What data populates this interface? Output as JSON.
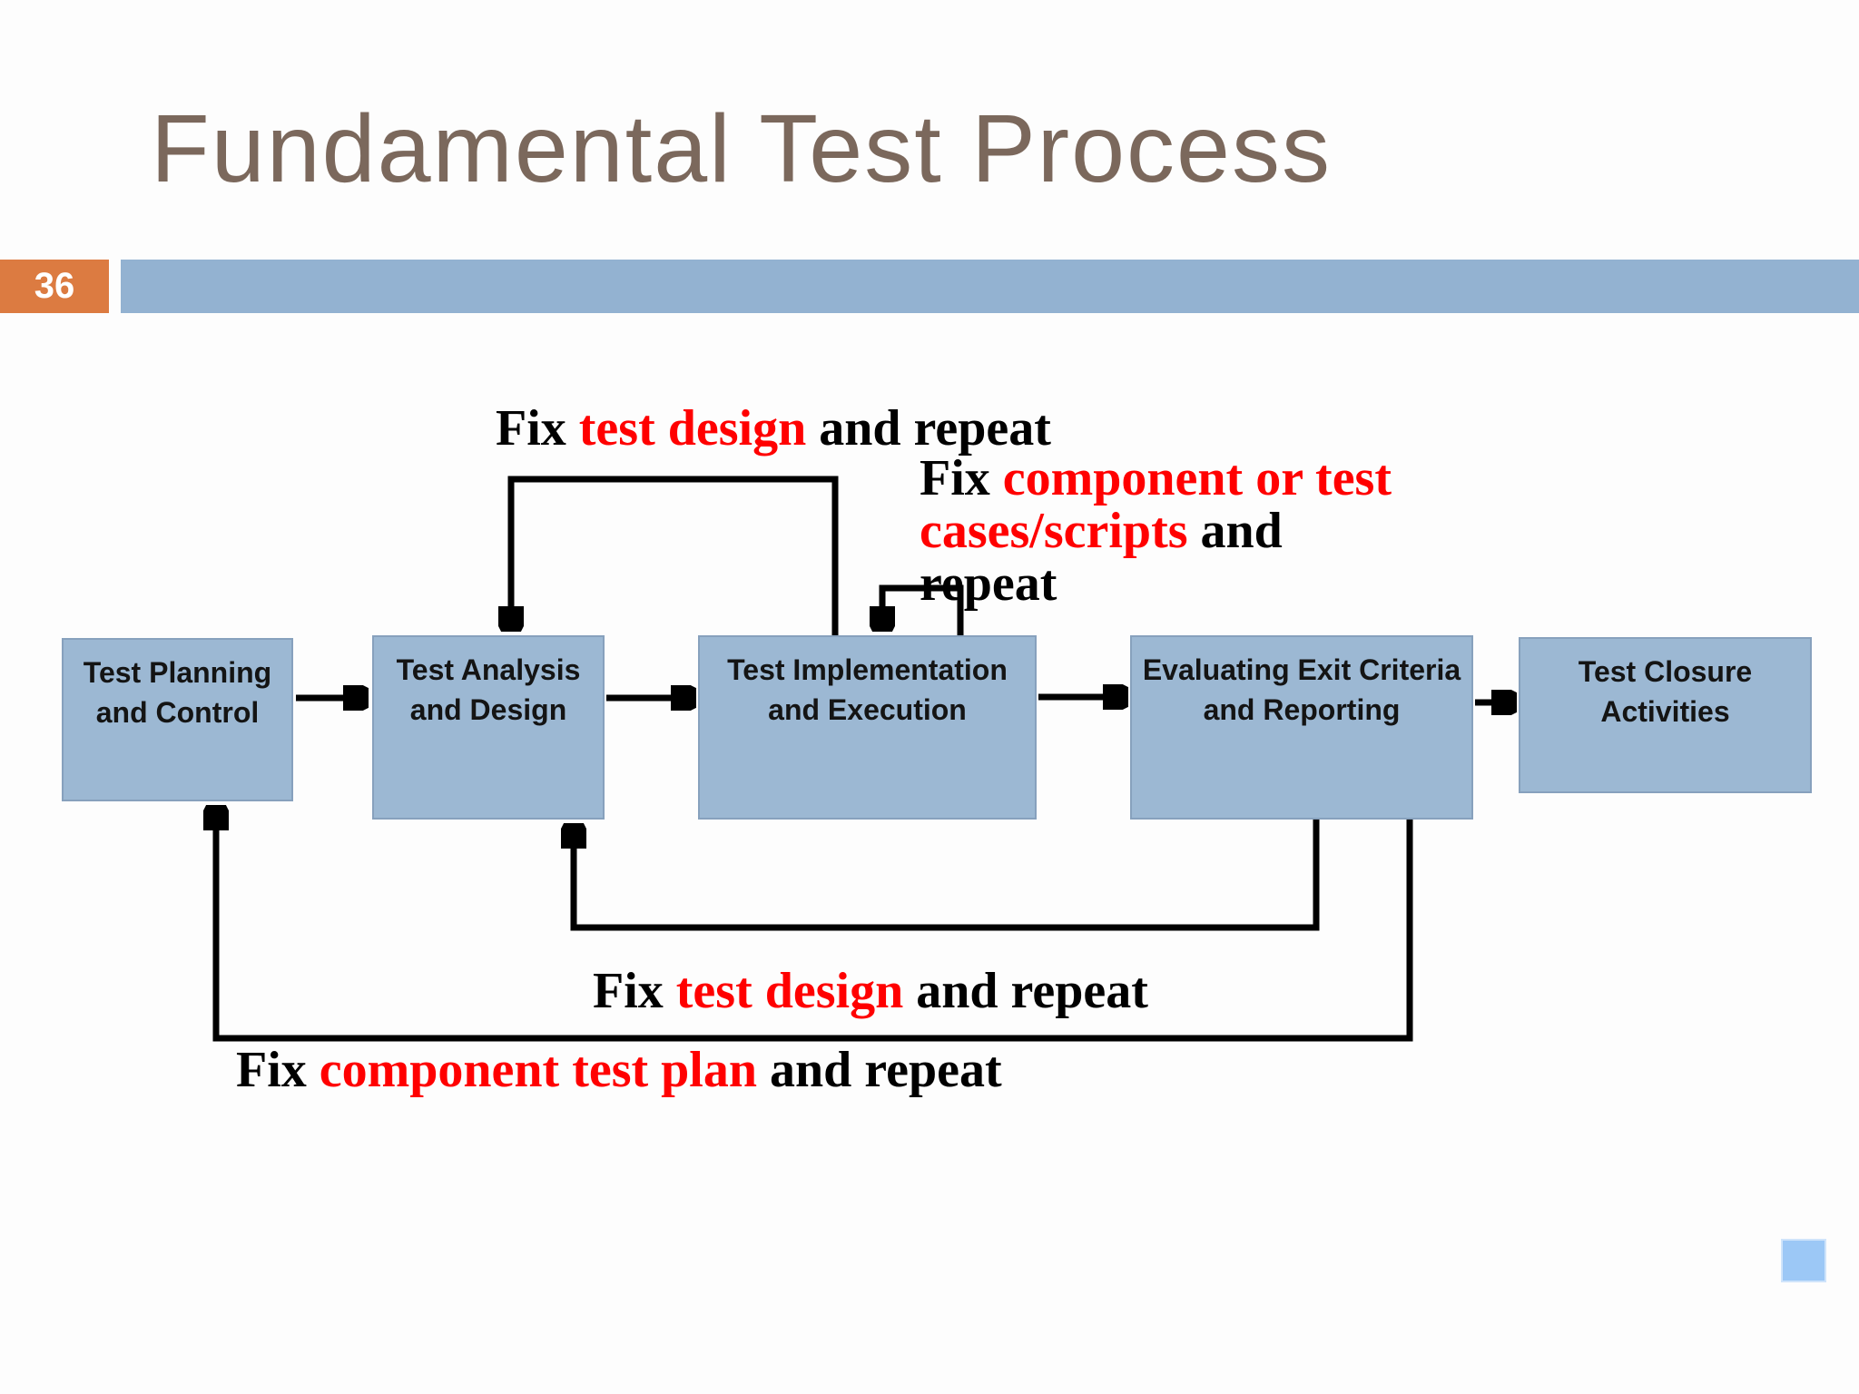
{
  "slide": {
    "title": "Fundamental Test Process",
    "page_number": "36",
    "colors": {
      "title_text": "#7b685c",
      "page_badge_orange": "#dc7b41",
      "header_bar_blue": "#93b2d1",
      "process_box_blue": "#9cb8d3",
      "label_red": "#ff0000",
      "label_black": "#000000",
      "corner_square_blue": "#9cc8f6"
    }
  },
  "process_boxes": [
    {
      "id": "test-planning",
      "lines": [
        "Test Planning",
        "and Control"
      ]
    },
    {
      "id": "test-analysis",
      "lines": [
        "Test Analysis",
        "and Design"
      ]
    },
    {
      "id": "test-implementation",
      "lines": [
        "Test Implementation",
        "and Execution"
      ]
    },
    {
      "id": "evaluating-exit",
      "lines": [
        "Evaluating Exit Criteria",
        "and Reporting"
      ]
    },
    {
      "id": "test-closure",
      "lines": [
        "Test Closure",
        "Activities"
      ]
    }
  ],
  "loop_labels": {
    "fix_test_design_top": {
      "parts": [
        {
          "text": "Fix ",
          "color": "black"
        },
        {
          "text": "test design",
          "color": "red"
        },
        {
          "text": " and repeat",
          "color": "black"
        }
      ]
    },
    "fix_component_or_test_cases": {
      "parts": [
        {
          "text": "Fix ",
          "color": "black"
        },
        {
          "text": "component or test cases/scripts",
          "color": "red"
        },
        {
          "text": " and repeat",
          "color": "black"
        }
      ]
    },
    "fix_test_design_bottom": {
      "parts": [
        {
          "text": "Fix ",
          "color": "black"
        },
        {
          "text": "test design",
          "color": "red"
        },
        {
          "text": " and repeat",
          "color": "black"
        }
      ]
    },
    "fix_component_test_plan": {
      "parts": [
        {
          "text": "Fix ",
          "color": "black"
        },
        {
          "text": "component test plan",
          "color": "red"
        },
        {
          "text": " and repeat",
          "color": "black"
        }
      ]
    }
  }
}
